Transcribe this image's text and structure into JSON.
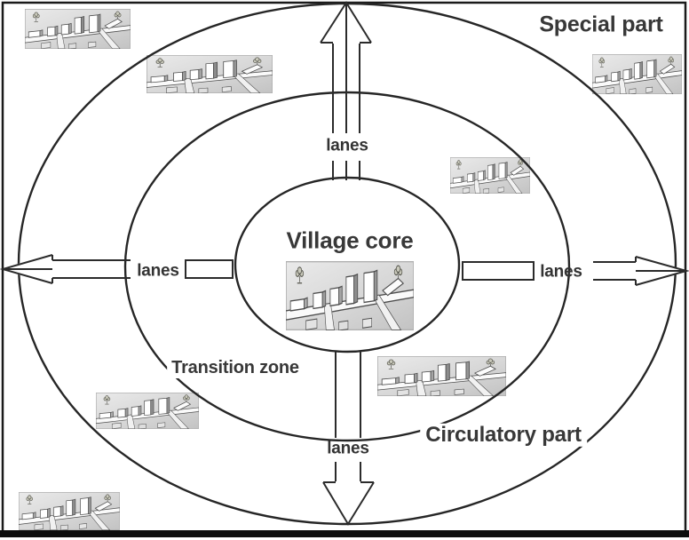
{
  "figure": {
    "zones": {
      "core": {
        "label": "Village core"
      },
      "transition": {
        "label": "Transition zone"
      },
      "circulatory": {
        "label": "Circulatory part"
      },
      "special": {
        "label": "Special part"
      }
    },
    "lane_labels": {
      "north": "lanes",
      "west": "lanes",
      "east": "lanes",
      "south": "lanes"
    },
    "icons": {
      "sketch": "village-aerial-sketch",
      "tree": "tree-icon",
      "arrow": "lane-block-arrow"
    },
    "sketch_placements": [
      "top-left-corner",
      "upper-left",
      "top-right",
      "middle-right",
      "village-core-center",
      "lower-right",
      "lower-left",
      "bottom-left-corner"
    ],
    "colors": {
      "line": "#262626",
      "text": "#3a3a3a",
      "background": "#ffffff",
      "sketch_background": "#d9d9d9"
    }
  }
}
